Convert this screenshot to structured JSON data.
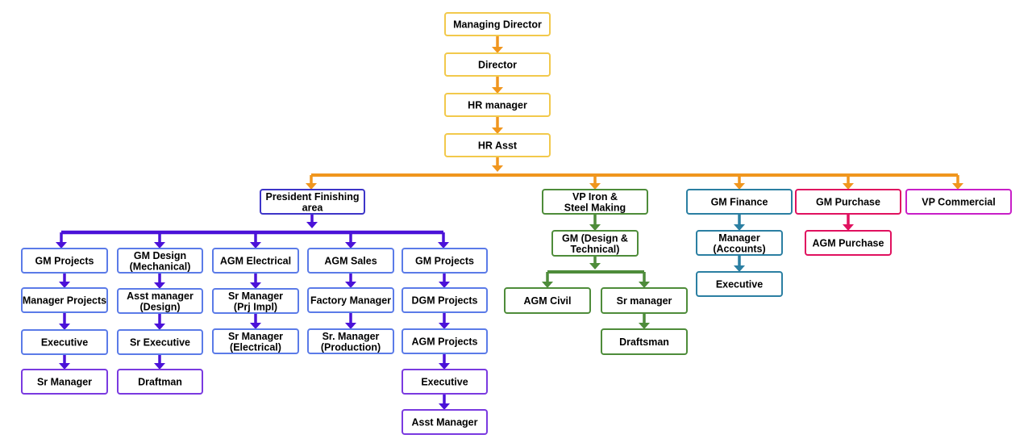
{
  "colors": {
    "orange": "#F0961E",
    "yellow_border": "#F2C94C",
    "purple": "#4B12D8",
    "president_border": "#3D35C8",
    "blue_border": "#5B7BE8",
    "violet_border": "#7A3AE0",
    "green": "#4E8C3A",
    "teal": "#2B7FA2",
    "pink": "#E0115F",
    "magenta": "#C81FC8"
  },
  "nodes": {
    "md": "Managing Director",
    "director": "Director",
    "hr_manager": "HR manager",
    "hr_asst": "HR Asst",
    "president": [
      "President Finishing",
      "area"
    ],
    "vp_iron": [
      "VP Iron &",
      "Steel Making"
    ],
    "gm_finance": "GM Finance",
    "gm_purchase": "GM Purchase",
    "vp_commercial": "VP Commercial",
    "gm_projects_1": "GM Projects",
    "manager_projects": "Manager Projects",
    "executive_1": "Executive",
    "sr_manager_1": "Sr Manager",
    "gm_design_mech": [
      "GM Design",
      "(Mechanical)"
    ],
    "asst_manager_design": [
      "Asst manager",
      "(Design)"
    ],
    "sr_executive": "Sr Executive",
    "draftman": "Draftman",
    "agm_electrical": "AGM Electrical",
    "sr_manager_prj": [
      "Sr Manager",
      "(Prj Impl)"
    ],
    "sr_manager_elec": [
      "Sr Manager",
      "(Electrical)"
    ],
    "agm_sales": "AGM Sales",
    "factory_manager": "Factory Manager",
    "sr_manager_prod": [
      "Sr. Manager",
      "(Production)"
    ],
    "gm_projects_2": "GM Projects",
    "dgm_projects": "DGM Projects",
    "agm_projects": "AGM Projects",
    "executive_2": "Executive",
    "asst_manager": "Asst Manager",
    "gm_design_tech": [
      "GM  (Design &",
      "Technical)"
    ],
    "agm_civil": "AGM Civil",
    "sr_manager_green": "Sr manager",
    "draftsman": "Draftsman",
    "manager_accounts": [
      "Manager",
      "(Accounts)"
    ],
    "executive_fin": "Executive",
    "agm_purchase": "AGM Purchase"
  }
}
